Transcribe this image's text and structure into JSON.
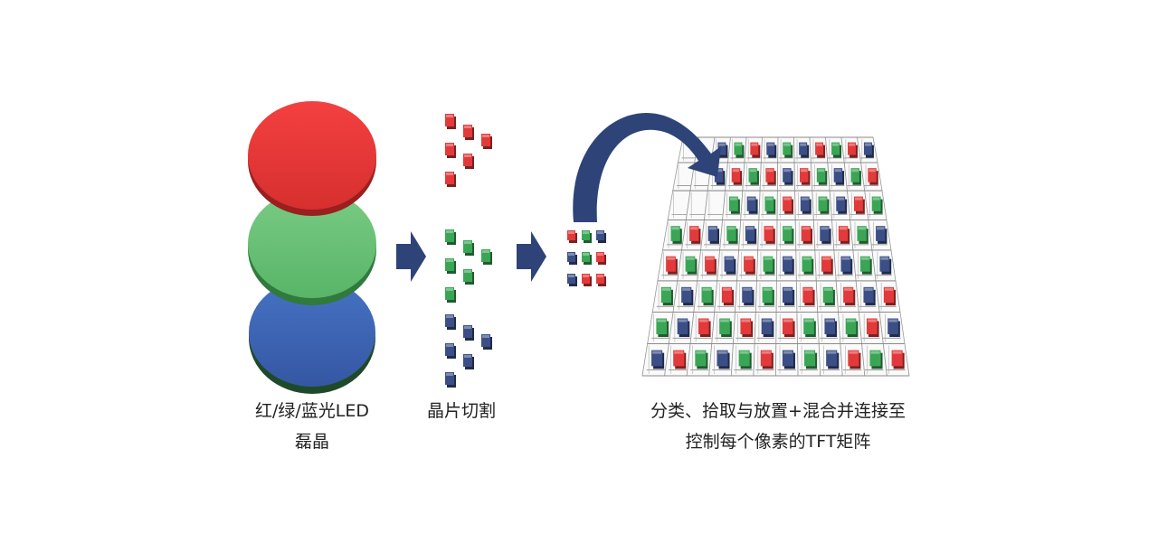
{
  "steps": [
    {
      "caption_line1": "红/绿/蓝光LED",
      "caption_line2": "磊晶"
    },
    {
      "caption_line1": "晶片切割"
    },
    {
      "caption_line1": "分类、拾取与放置+混合并连接至",
      "caption_line2": "控制每个像素的TFT矩阵"
    }
  ],
  "colors": {
    "red": "#e23a3a",
    "green": "#3aa655",
    "blue": "#3b4f86",
    "arrow": "#2e4478",
    "wafer_red": "#f03a3a",
    "wafer_green": "#6cc178",
    "wafer_blue": "#3b66b5"
  }
}
